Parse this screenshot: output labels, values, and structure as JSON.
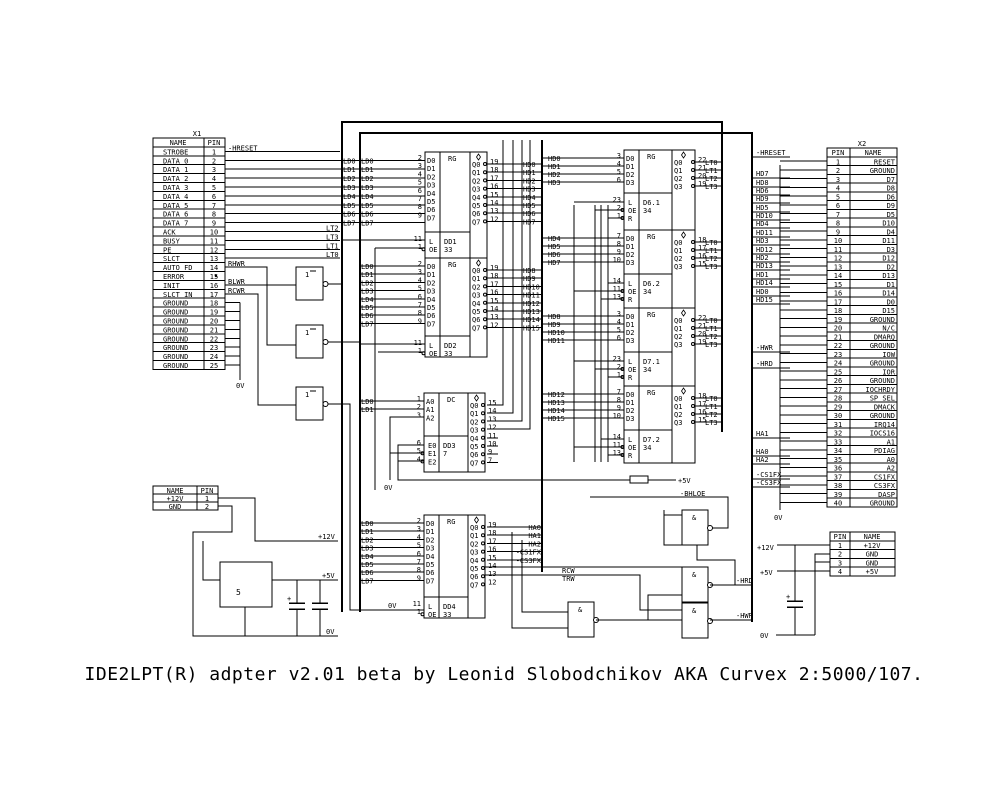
{
  "title": "IDE2LPT(R) adpter v2.01 beta by Leonid Slobodchikov AKA Curvex 2:5000/107.",
  "colors": {
    "ink": "#000000",
    "paper": "#ffffff"
  },
  "x1": {
    "ref": "X1",
    "name_header": "NAME",
    "pin_header": "PIN",
    "rows": [
      [
        "STROBE",
        "1"
      ],
      [
        "DATA 0",
        "2"
      ],
      [
        "DATA 1",
        "3"
      ],
      [
        "DATA 2",
        "4"
      ],
      [
        "DATA 3",
        "5"
      ],
      [
        "DATA 4",
        "6"
      ],
      [
        "DATA 5",
        "7"
      ],
      [
        "DATA 6",
        "8"
      ],
      [
        "DATA 7",
        "9"
      ],
      [
        "ACK",
        "10"
      ],
      [
        "BUSY",
        "11"
      ],
      [
        "PE",
        "12"
      ],
      [
        "SLCT",
        "13"
      ],
      [
        "AUTO FD",
        "14"
      ],
      [
        "ERROR",
        "15"
      ],
      [
        "INIT",
        "16"
      ],
      [
        "SLCT IN",
        "17"
      ],
      [
        "GROUND",
        "18"
      ],
      [
        "GROUND",
        "19"
      ],
      [
        "GROUND",
        "20"
      ],
      [
        "GROUND",
        "21"
      ],
      [
        "GROUND",
        "22"
      ],
      [
        "GROUND",
        "23"
      ],
      [
        "GROUND",
        "24"
      ],
      [
        "GROUND",
        "25"
      ]
    ]
  },
  "x2": {
    "ref": "X2",
    "pin_header": "PIN",
    "name_header": "NAME",
    "rows": [
      [
        "1",
        "RESET"
      ],
      [
        "2",
        "GROUND"
      ],
      [
        "3",
        "D7"
      ],
      [
        "4",
        "D8"
      ],
      [
        "5",
        "D6"
      ],
      [
        "6",
        "D9"
      ],
      [
        "7",
        "D5"
      ],
      [
        "8",
        "D10"
      ],
      [
        "9",
        "D4"
      ],
      [
        "10",
        "D11"
      ],
      [
        "11",
        "D3"
      ],
      [
        "12",
        "D12"
      ],
      [
        "13",
        "D2"
      ],
      [
        "14",
        "D13"
      ],
      [
        "15",
        "D1"
      ],
      [
        "16",
        "D14"
      ],
      [
        "17",
        "D0"
      ],
      [
        "18",
        "D15"
      ],
      [
        "19",
        "GROUND"
      ],
      [
        "20",
        "N/C"
      ],
      [
        "21",
        "DMARQ"
      ],
      [
        "22",
        "GROUND"
      ],
      [
        "23",
        "IOW"
      ],
      [
        "24",
        "GROUND"
      ],
      [
        "25",
        "IOR"
      ],
      [
        "26",
        "GROUND"
      ],
      [
        "27",
        "IOCHRDY"
      ],
      [
        "28",
        "SP_SEL"
      ],
      [
        "29",
        "DMACK"
      ],
      [
        "30",
        "GROUND"
      ],
      [
        "31",
        "IRQ14"
      ],
      [
        "32",
        "IOCS16"
      ],
      [
        "33",
        "A1"
      ],
      [
        "34",
        "PDIAG"
      ],
      [
        "35",
        "A0"
      ],
      [
        "36",
        "A2"
      ],
      [
        "37",
        "CS1FX"
      ],
      [
        "38",
        "CS3FX"
      ],
      [
        "39",
        "DASP"
      ],
      [
        "40",
        "GROUND"
      ]
    ],
    "nets": [
      "-HRESET",
      "HD7",
      "HD8",
      "HD6",
      "HD9",
      "HD5",
      "HD10",
      "HD4",
      "HD11",
      "HD3",
      "HD12",
      "HD2",
      "HD13",
      "HD1",
      "HD14",
      "HD0",
      "HD15",
      "-HWR",
      "-HRD",
      "HA1",
      "HA0",
      "HA2",
      "-CS1FX",
      "-CS3FX"
    ]
  },
  "x3": {
    "name_header": "NAME",
    "pin_header": "PIN",
    "rows": [
      [
        "+12V",
        "1"
      ],
      [
        "GND",
        "2"
      ]
    ]
  },
  "x4": {
    "pin_header": "PIN",
    "name_header": "NAME",
    "rows": [
      [
        "1",
        "+12V"
      ],
      [
        "2",
        "GND"
      ],
      [
        "3",
        "GND"
      ],
      [
        "4",
        "+5V"
      ]
    ]
  },
  "chips": {
    "dd1": {
      "func": "RG",
      "ref": "DD1",
      "num": "33",
      "in": [
        "D0",
        "D1",
        "D2",
        "D3",
        "D4",
        "D5",
        "D6",
        "D7"
      ],
      "in_pins": [
        "2",
        "3",
        "4",
        "5",
        "6",
        "7",
        "8",
        "9"
      ],
      "out": [
        "Q0",
        "Q1",
        "Q2",
        "Q3",
        "Q4",
        "Q5",
        "Q6",
        "Q7"
      ],
      "out_pins": [
        "19",
        "18",
        "17",
        "16",
        "15",
        "14",
        "13",
        "12"
      ],
      "ctrl": [
        "L",
        "OE"
      ],
      "ctrl_pins": [
        "11",
        "1"
      ]
    },
    "dd2": {
      "func": "RG",
      "ref": "DD2",
      "num": "33",
      "in": [
        "D0",
        "D1",
        "D2",
        "D3",
        "D4",
        "D5",
        "D6",
        "D7"
      ],
      "in_pins": [
        "2",
        "3",
        "4",
        "5",
        "6",
        "7",
        "8",
        "9"
      ],
      "out": [
        "Q0",
        "Q1",
        "Q2",
        "Q3",
        "Q4",
        "Q5",
        "Q6",
        "Q7"
      ],
      "out_pins": [
        "19",
        "18",
        "17",
        "16",
        "15",
        "14",
        "13",
        "12"
      ],
      "ctrl": [
        "L",
        "OE"
      ],
      "ctrl_pins": [
        "11",
        "1"
      ]
    },
    "dd3": {
      "func": "DC",
      "ref": "DD3",
      "num": "7",
      "in": [
        "A0",
        "A1",
        "A2"
      ],
      "in_pins": [
        "1",
        "2",
        "3"
      ],
      "out": [
        "Q0",
        "Q1",
        "Q2",
        "Q3",
        "Q4",
        "Q5",
        "Q6",
        "Q7"
      ],
      "out_pins": [
        "15",
        "14",
        "13",
        "12",
        "11",
        "10",
        "9",
        "7"
      ],
      "ctrl": [
        "E0",
        "E1",
        "E2"
      ],
      "ctrl_pins": [
        "6",
        "5",
        "4"
      ]
    },
    "dd4": {
      "func": "RG",
      "ref": "DD4",
      "num": "33",
      "in": [
        "D0",
        "D1",
        "D2",
        "D3",
        "D4",
        "D5",
        "D6",
        "D7"
      ],
      "in_pins": [
        "2",
        "3",
        "4",
        "5",
        "6",
        "7",
        "8",
        "9"
      ],
      "out": [
        "Q0",
        "Q1",
        "Q2",
        "Q3",
        "Q4",
        "Q5",
        "Q6",
        "Q7"
      ],
      "out_pins": [
        "19",
        "18",
        "17",
        "16",
        "15",
        "14",
        "13",
        "12"
      ],
      "ctrl": [
        "L",
        "OE"
      ],
      "ctrl_pins": [
        "11",
        "1"
      ]
    },
    "d61": {
      "func": "RG",
      "ref": "D6.1",
      "num": "34",
      "in": [
        "D0",
        "D1",
        "D2",
        "D3"
      ],
      "in_pins": [
        "3",
        "4",
        "5",
        "6"
      ],
      "out": [
        "Q0",
        "Q1",
        "Q2",
        "Q3"
      ],
      "out_pins": [
        "22",
        "21",
        "20",
        "19"
      ],
      "ctrl": [
        "L",
        "OE",
        "R"
      ],
      "ctrl_pins": [
        "23",
        "2",
        "1"
      ]
    },
    "d62": {
      "func": "RG",
      "ref": "D6.2",
      "num": "34",
      "in": [
        "D0",
        "D1",
        "D2",
        "D3"
      ],
      "in_pins": [
        "7",
        "8",
        "9",
        "10"
      ],
      "out": [
        "Q0",
        "Q1",
        "Q2",
        "Q3"
      ],
      "out_pins": [
        "18",
        "17",
        "16",
        "15"
      ],
      "ctrl": [
        "L",
        "OE",
        "R"
      ],
      "ctrl_pins": [
        "14",
        "11",
        "13"
      ]
    },
    "d71": {
      "func": "RG",
      "ref": "D7.1",
      "num": "34",
      "in": [
        "D0",
        "D1",
        "D2",
        "D3"
      ],
      "in_pins": [
        "3",
        "4",
        "5",
        "6"
      ],
      "out": [
        "Q0",
        "Q1",
        "Q2",
        "Q3"
      ],
      "out_pins": [
        "22",
        "21",
        "20",
        "19"
      ],
      "ctrl": [
        "L",
        "OE",
        "R"
      ],
      "ctrl_pins": [
        "23",
        "2",
        "1"
      ]
    },
    "d72": {
      "func": "RG",
      "ref": "D7.2",
      "num": "34",
      "in": [
        "D0",
        "D1",
        "D2",
        "D3"
      ],
      "in_pins": [
        "7",
        "8",
        "9",
        "10"
      ],
      "out": [
        "Q0",
        "Q1",
        "Q2",
        "Q3"
      ],
      "out_pins": [
        "18",
        "17",
        "16",
        "15"
      ],
      "ctrl": [
        "L",
        "OE",
        "R"
      ],
      "ctrl_pins": [
        "14",
        "11",
        "13"
      ]
    }
  },
  "nets": {
    "reset": "-HRESET",
    "ld": [
      "LD0",
      "LD1",
      "LD2",
      "LD3",
      "LD4",
      "LD5",
      "LD6",
      "LD7"
    ],
    "lt_x1": [
      "LT2",
      "LT3",
      "LT1",
      "LT0"
    ],
    "lt_out": [
      "LT0",
      "LT1",
      "LT2",
      "LT3"
    ],
    "hd_lo": [
      "HD0",
      "HD1",
      "HD2",
      "HD3",
      "HD4",
      "HD5",
      "HD6",
      "HD7"
    ],
    "hd_hi": [
      "HD8",
      "HD9",
      "HD10",
      "HD11",
      "HD12",
      "HD13",
      "HD14",
      "HD15"
    ],
    "dd4_out": [
      "HA0",
      "HA1",
      "HA2",
      "-CS1FX",
      "-CS3FX"
    ],
    "rhwr": "RHWR",
    "blwr": "BLWR",
    "rcwr": "RCWR",
    "rcw": "RCW",
    "trw": "TRW",
    "bhloe": "-BHLOE",
    "hrd": "-HRD",
    "hwr": "-HWR",
    "p12": "+12V",
    "p5": "+5V",
    "zero": "0V",
    "inv_label": "1",
    "and_label": "&",
    "reg_label": "5",
    "cap_plus": "+"
  }
}
